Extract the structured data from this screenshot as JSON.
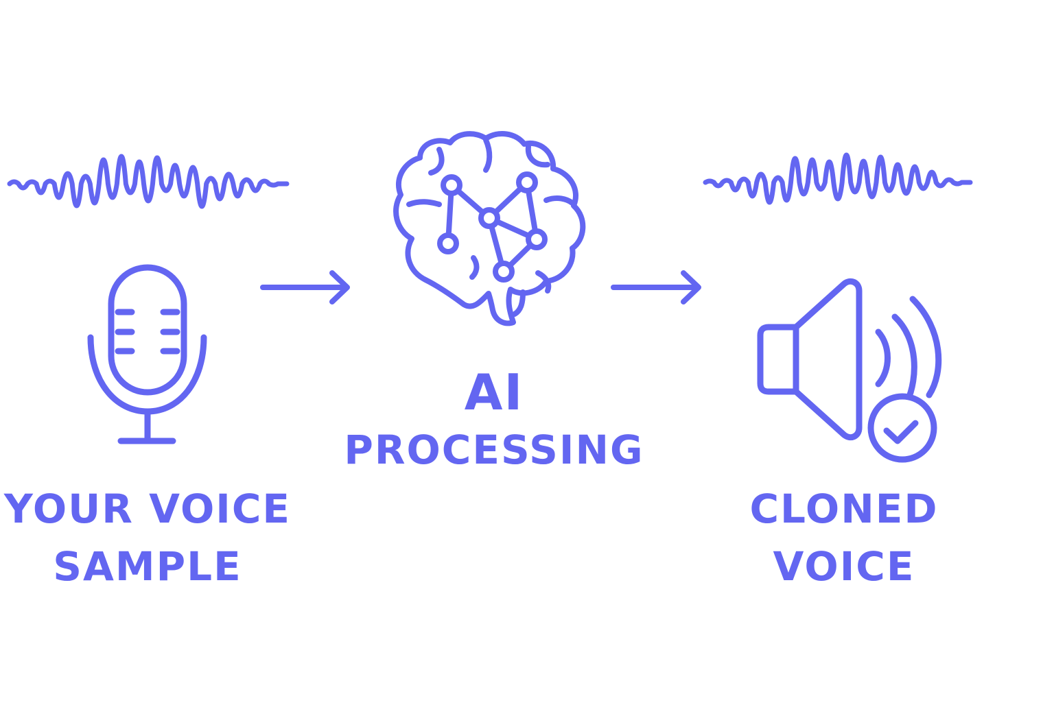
{
  "colors": {
    "accent": "#6366F1",
    "background": "#FFFFFF"
  },
  "steps": [
    {
      "id": "voice-sample",
      "icon": "microphone-icon",
      "wave": "sound-wave-icon",
      "label_lines": [
        "YOUR VOICE",
        "SAMPLE"
      ]
    },
    {
      "id": "ai-processing",
      "icon": "brain-network-icon",
      "label_lines": [
        "AI",
        "PROCESSING"
      ]
    },
    {
      "id": "cloned-voice",
      "icon": "speaker-check-icon",
      "wave": "sound-wave-icon",
      "label_lines": [
        "CLONED",
        "VOICE"
      ]
    }
  ],
  "connectors": [
    {
      "from": "voice-sample",
      "to": "ai-processing",
      "icon": "arrow-right-icon"
    },
    {
      "from": "ai-processing",
      "to": "cloned-voice",
      "icon": "arrow-right-icon"
    }
  ]
}
